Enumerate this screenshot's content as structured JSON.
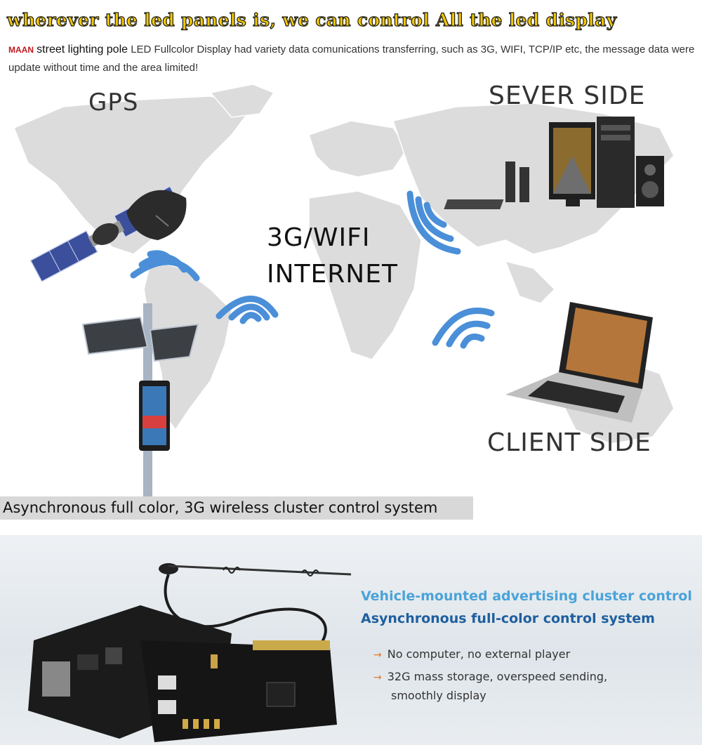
{
  "headline": "wherever the led panels is, we can control All the led display",
  "intro": {
    "brand": "MAAN",
    "product": "street lighting pole",
    "text": "LED Fullcolor Display had variety data comunications transferring, such as 3G, WIFI, TCP/IP etc, the message data were update without time and the area limited!"
  },
  "diagram": {
    "gps_label": "GPS",
    "server_label": "SEVER SIDE",
    "network_line1": "3G/WIFI",
    "network_line2": "INTERNET",
    "client_label": "CLIENT SIDE",
    "caption": "Asynchronous full color, 3G wireless cluster control system",
    "signal_color": "#4a8fd8"
  },
  "vehicle": {
    "title_line1": "Vehicle-mounted advertising cluster control",
    "title_line2": "Asynchronous full-color control system",
    "features": [
      {
        "line1": "No computer, no external player",
        "line2": ""
      },
      {
        "line1": "32G mass storage, overspeed sending,",
        "line2": "smoothly display"
      }
    ],
    "accent_color": "#e8752b"
  }
}
